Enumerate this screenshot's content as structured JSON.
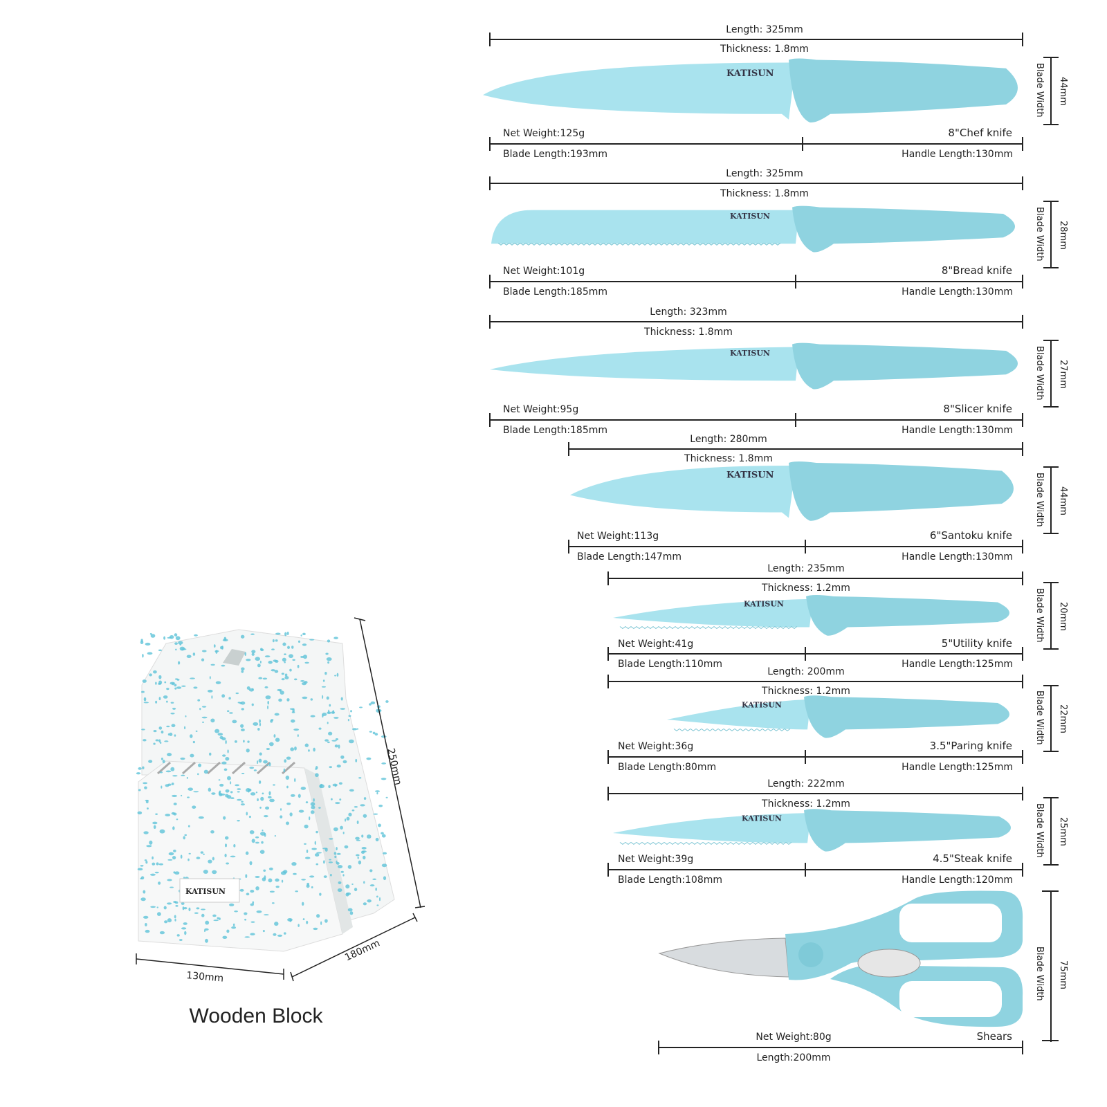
{
  "brand": "KATISUN",
  "colors": {
    "handle": "#8fd3e0",
    "blade": "#a9e3ee",
    "speckle": "#5ec3d8",
    "line": "#222222"
  },
  "knives": [
    {
      "name": "8\"Chef knife",
      "length": "Length: 325mm",
      "thickness": "Thickness: 1.8mm",
      "net_weight": "Net Weight:125g",
      "blade_length": "Blade Length:193mm",
      "handle_length": "Handle Length:130mm",
      "blade_width_label": "Blade Width",
      "blade_width": "44mm"
    },
    {
      "name": "8\"Bread knife",
      "length": "Length: 325mm",
      "thickness": "Thickness: 1.8mm",
      "net_weight": "Net Weight:101g",
      "blade_length": "Blade Length:185mm",
      "handle_length": "Handle Length:130mm",
      "blade_width_label": "Blade Width",
      "blade_width": "28mm"
    },
    {
      "name": "8\"Slicer knife",
      "length": "Length: 323mm",
      "thickness": "Thickness: 1.8mm",
      "net_weight": "Net Weight:95g",
      "blade_length": "Blade Length:185mm",
      "handle_length": "Handle Length:130mm",
      "blade_width_label": "Blade Width",
      "blade_width": "27mm"
    },
    {
      "name": "6\"Santoku knife",
      "length": "Length: 280mm",
      "thickness": "Thickness: 1.8mm",
      "net_weight": "Net Weight:113g",
      "blade_length": "Blade Length:147mm",
      "handle_length": "Handle Length:130mm",
      "blade_width_label": "Blade Width",
      "blade_width": "44mm"
    },
    {
      "name": "5\"Utility knife",
      "length": "Length: 235mm",
      "thickness": "Thickness: 1.2mm",
      "net_weight": "Net Weight:41g",
      "blade_length": "Blade Length:110mm",
      "handle_length": "Handle Length:125mm",
      "blade_width_label": "Blade Width",
      "blade_width": "20mm"
    },
    {
      "name": "3.5\"Paring knife",
      "length": "Length: 200mm",
      "thickness": "Thickness: 1.2mm",
      "net_weight": "Net Weight:36g",
      "blade_length": "Blade Length:80mm",
      "handle_length": "Handle Length:125mm",
      "blade_width_label": "Blade Width",
      "blade_width": "22mm"
    },
    {
      "name": "4.5\"Steak knife",
      "length": "Length: 222mm",
      "thickness": "Thickness: 1.2mm",
      "net_weight": "Net Weight:39g",
      "blade_length": "Blade Length:108mm",
      "handle_length": "Handle Length:120mm",
      "blade_width_label": "Blade Width",
      "blade_width": "25mm"
    }
  ],
  "shears": {
    "name": "Shears",
    "net_weight": "Net Weight:80g",
    "length": "Length:200mm",
    "blade_width_label": "Blade Width",
    "blade_width": "75mm"
  },
  "block": {
    "title": "Wooden Block",
    "height": "250mm",
    "depth": "180mm",
    "width": "130mm"
  }
}
